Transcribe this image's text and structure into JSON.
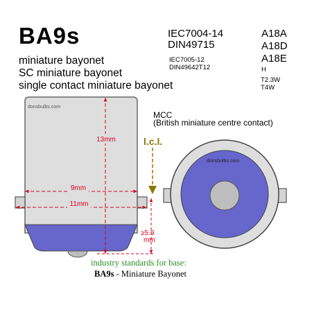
{
  "title": "BA9s",
  "names": [
    "miniature bayonet",
    "SC miniature bayonet",
    "single contact miniature bayonet"
  ],
  "standards": {
    "main": [
      "IEC7004-14",
      "DIN49715"
    ],
    "secondary": [
      "IEC7005-12",
      "DIN49642T12"
    ]
  },
  "codes": [
    "A18A",
    "A18D",
    "A18E",
    "H",
    "T2.3W",
    "T4W"
  ],
  "watermark": "donsbulbs.com",
  "contact": {
    "line1": "MCC",
    "line2": "(British miniature centre contact)"
  },
  "dimensions": {
    "height": "13mm",
    "inner_diameter": "9mm",
    "outer_diameter": "11mm",
    "lcl_label": "l.c.l.",
    "insulator_1": "≥5.9",
    "insulator_2": "mm"
  },
  "footer": {
    "line1": "industry standards for base:",
    "line2_bold": "BA9s",
    "line2_rest": " - Miniature Bayonet"
  },
  "colors": {
    "insulator": "#6666cc",
    "base_metal": "#dedede",
    "dimension": "#d9001e",
    "lcl": "#8b7800",
    "footer_green": "#2a8c2a"
  }
}
